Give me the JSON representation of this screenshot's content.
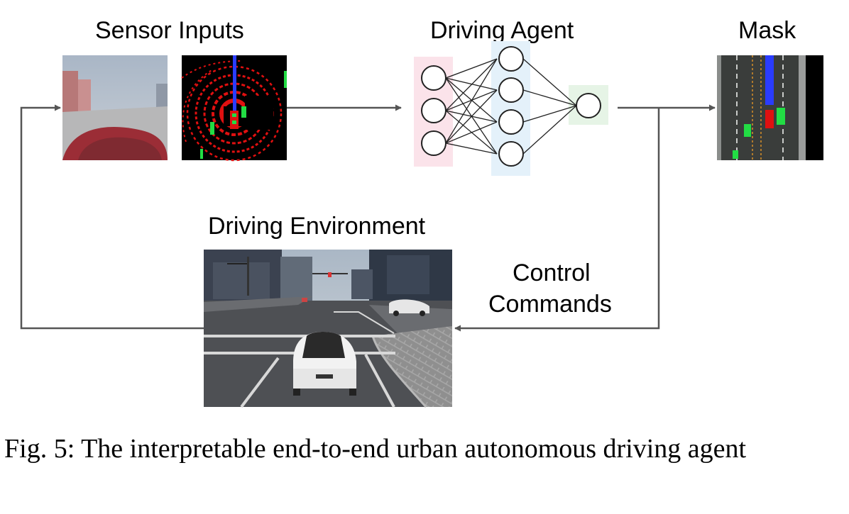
{
  "labels": {
    "sensor_inputs": "Sensor Inputs",
    "driving_agent": "Driving Agent",
    "mask": "Mask",
    "driving_environment": "Driving Environment",
    "control_commands_line1": "Control",
    "control_commands_line2": "Commands"
  },
  "caption": "Fig. 5: The interpretable end-to-end urban autonomous driving agent",
  "colors": {
    "arrow": "#555555",
    "input_layer_bg": "#fbe3ea",
    "hidden_layer_bg": "#e4f1fa",
    "output_layer_bg": "#e6f4e6",
    "lidar_red": "#e01010",
    "lidar_green": "#22dd44",
    "lidar_blue": "#2a3cff"
  }
}
